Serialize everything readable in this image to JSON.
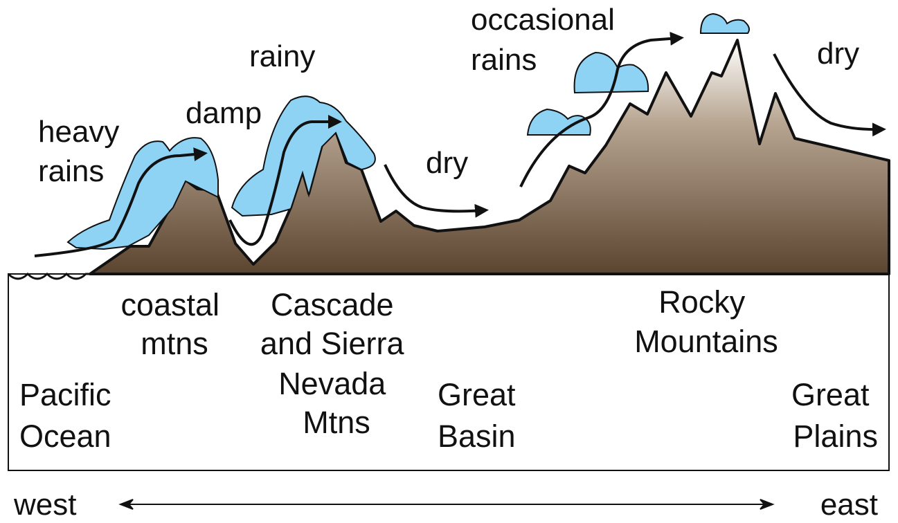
{
  "weather_labels": {
    "heavy_rains": [
      "heavy",
      "rains"
    ],
    "damp": "damp",
    "rainy": "rainy",
    "dry_basin": "dry",
    "occasional_rains": [
      "occasional",
      "rains"
    ],
    "dry_plains": "dry"
  },
  "region_labels": {
    "coastal_mtns": [
      "coastal",
      "mtns"
    ],
    "cascade_sierra": [
      "Cascade",
      "and Sierra",
      "Nevada",
      "Mtns"
    ],
    "rocky_mountains": [
      "Rocky",
      "Mountains"
    ],
    "pacific_ocean": [
      "Pacific",
      "Ocean"
    ],
    "great_basin": [
      "Great",
      "Basin"
    ],
    "great_plains": [
      "Great",
      "Plains"
    ]
  },
  "direction": {
    "west": "west",
    "east": "east"
  },
  "colors": {
    "cloud": "#8fd3f4",
    "terrain_dark": "#5b4430",
    "terrain_light": "#ffffff",
    "outline": "#111111"
  }
}
